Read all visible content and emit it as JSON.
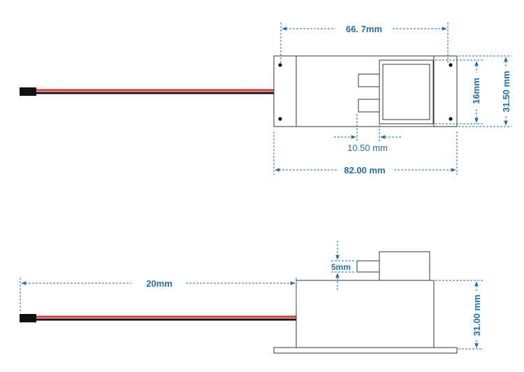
{
  "colors": {
    "dimension": "#1f6fb3",
    "outline": "#333333",
    "wire_red": "#e03030",
    "wire_black": "#111111",
    "connector": "#111111"
  },
  "top_view": {
    "dims": {
      "hole_spacing": "66. 7mm",
      "plug_height": "16mm",
      "body_height": "31.50 mm",
      "pin_offset": "10.50 mm",
      "overall_length": "82.00 mm"
    }
  },
  "side_view": {
    "dims": {
      "lead_length": "20mm",
      "pin_height": "5mm",
      "body_height": "31.00 mm"
    }
  }
}
